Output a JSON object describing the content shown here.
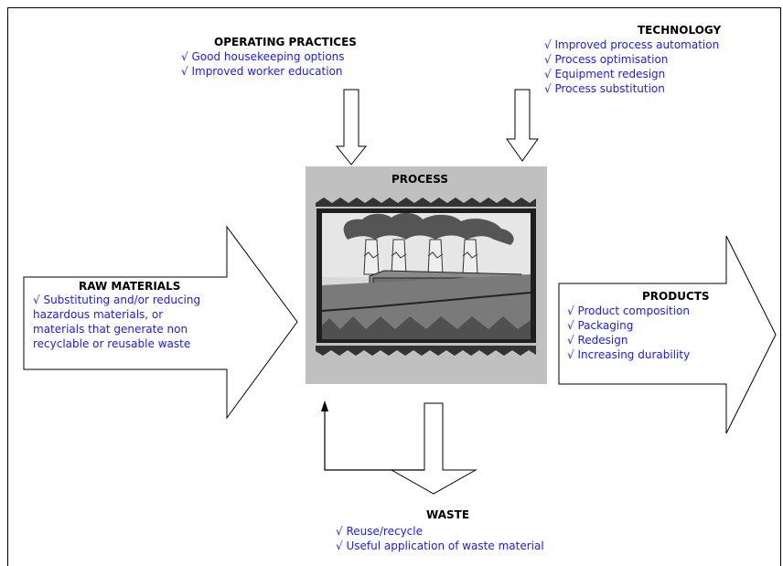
{
  "operating_practices": {
    "heading": "OPERATING PRACTICES",
    "items": [
      "√  Good housekeeping options",
      "√  Improved worker education"
    ]
  },
  "technology": {
    "heading": "TECHNOLOGY",
    "items": [
      "√  Improved process automation",
      "√  Process optimisation",
      "√  Equipment redesign",
      "√  Process substitution"
    ]
  },
  "process": {
    "heading": "PROCESS"
  },
  "raw_materials": {
    "heading": "RAW MATERIALS",
    "lines": [
      "√  Substituting and/or reducing",
      "hazardous materials,   or",
      "materials that generate non",
      "recyclable or reusable waste"
    ]
  },
  "products": {
    "heading": "PRODUCTS",
    "items": [
      "√  Product composition",
      "√   Packaging",
      "√   Redesign",
      "√   Increasing durability"
    ]
  },
  "waste": {
    "heading": "WASTE",
    "items": [
      "√  Reuse/recycle",
      "√  Useful application of waste material"
    ]
  },
  "colors": {
    "item_text": "#1a1aff",
    "process_bg": "#c0c0c0"
  }
}
